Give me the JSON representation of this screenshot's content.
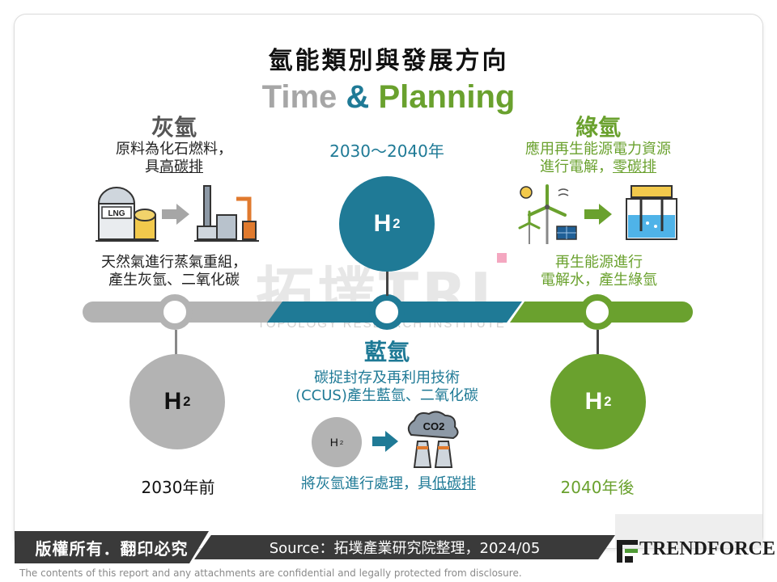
{
  "title": "氫能類別與發展方向",
  "subtitle": {
    "part1": "Time",
    "part2": "&",
    "part3": "Planning"
  },
  "gray": {
    "heading": "灰氫",
    "desc_line1": "原料為化石燃料，",
    "desc_line2_prefix": "具",
    "desc_line2_underlined": "高碳排",
    "process_line1": "天然氣進行蒸氣重組，",
    "process_line2": "產生灰氫、二氧化碳",
    "lng_label": "LNG",
    "period": "2030年前",
    "color": "#a6a6a6"
  },
  "blue": {
    "heading": "藍氫",
    "period": "2030～2040年",
    "desc_line1": "碳捉封存及再利用技術",
    "desc_line2": "(CCUS)產生藍氫、二氧化碳",
    "process_prefix": "將灰氫進行處理，具",
    "process_underlined": "低碳排",
    "co2_label": "CO2",
    "color": "#1f7a96"
  },
  "green": {
    "heading": "綠氫",
    "desc_line1": "應用再生能源電力資源",
    "desc_line2_prefix": "進行電解，",
    "desc_line2_underlined": "零碳排",
    "process_line1": "再生能源進行",
    "process_line2": "電解水，產生綠氫",
    "period": "2040年後",
    "color": "#6aa12e"
  },
  "h2_label": {
    "main": "H",
    "sub": "2"
  },
  "watermark": {
    "main": "拓墣TRI",
    "sub": "TOPOLOGY RESEARCH INSTITUTE"
  },
  "footer": {
    "copyright": "版權所有．翻印必究",
    "source": "Source：拓墣產業研究院整理，2024/05",
    "disclaimer": "The contents of this report and any attachments are confidential and legally protected from disclosure.",
    "logo": "TRENDFORCE"
  }
}
